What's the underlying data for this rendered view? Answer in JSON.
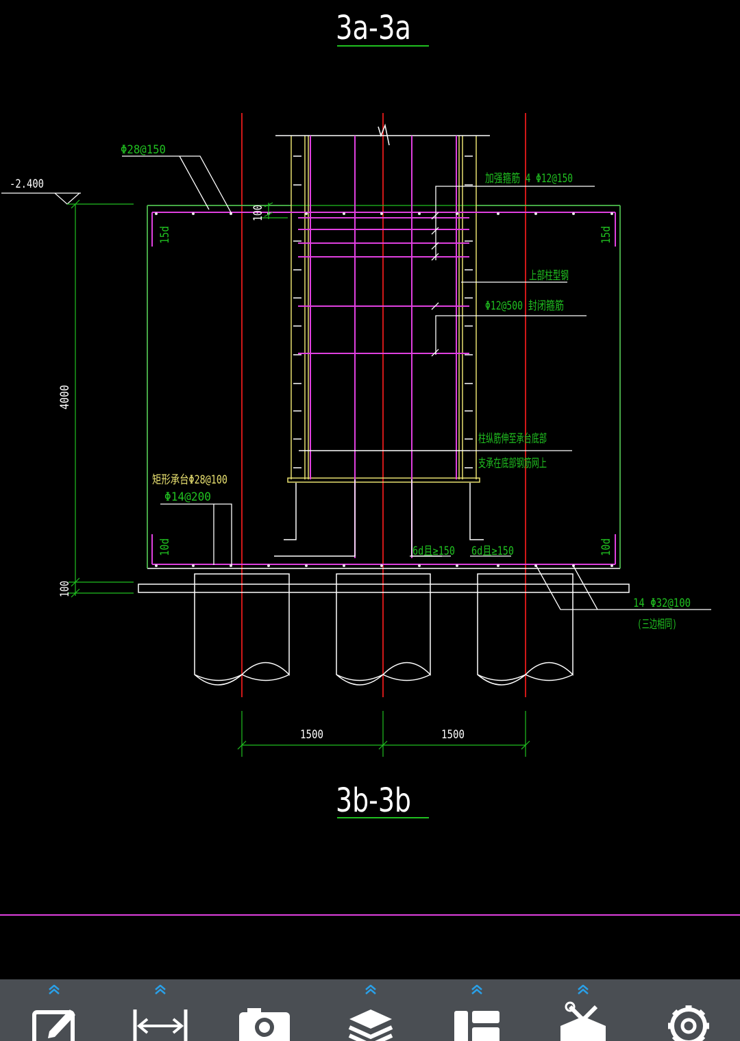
{
  "drawing": {
    "title_top": "3a-3a",
    "title_bottom": "3b-3b",
    "labels": {
      "rebar_top": "Φ28@150",
      "elevation": "-2.400",
      "cover_top": "100",
      "anchor_15d": "15d",
      "stirrup_reinforce": "加强箍筋 4 Φ12@150",
      "upper_steel": "上部柱型钢",
      "closed_stirrup": "Φ12@500 封闭箍筋",
      "column_bars_1": "柱纵筋伸至承台底部",
      "column_bars_2": "支承在底部钢筋网上",
      "cap_rebar_1": "矩形承台Φ28@100",
      "cap_rebar_2": "Φ14@200",
      "anchor_10d": "10d",
      "hook_6d": "6d且≥150",
      "height_dim": "4000",
      "pile_cover": "100",
      "bottom_rebar_1": "14 Φ32@100",
      "bottom_rebar_2": "(三边相同)",
      "span_1": "1500",
      "span_2": "1500"
    }
  },
  "toolbar": {
    "items": [
      {
        "name": "markup",
        "icon": "edit-icon",
        "has_expand": true
      },
      {
        "name": "measure",
        "icon": "dimension-icon",
        "has_expand": true
      },
      {
        "name": "capture",
        "icon": "camera-icon",
        "has_expand": false
      },
      {
        "name": "layers",
        "icon": "layers-icon",
        "has_expand": true
      },
      {
        "name": "layout",
        "icon": "layout-icon",
        "has_expand": true
      },
      {
        "name": "tools",
        "icon": "toolbox-icon",
        "has_expand": true
      },
      {
        "name": "settings",
        "icon": "gear-icon",
        "has_expand": false
      }
    ]
  },
  "colors": {
    "background": "#000000",
    "magenta": "#e040e0",
    "red": "#d01818",
    "green": "#20c020",
    "yellow": "#e8e070",
    "white": "#ffffff",
    "toolbar_bg": "#4a4e53",
    "toolbar_icon": "#ffffff",
    "chevron": "#2aa0e8"
  }
}
